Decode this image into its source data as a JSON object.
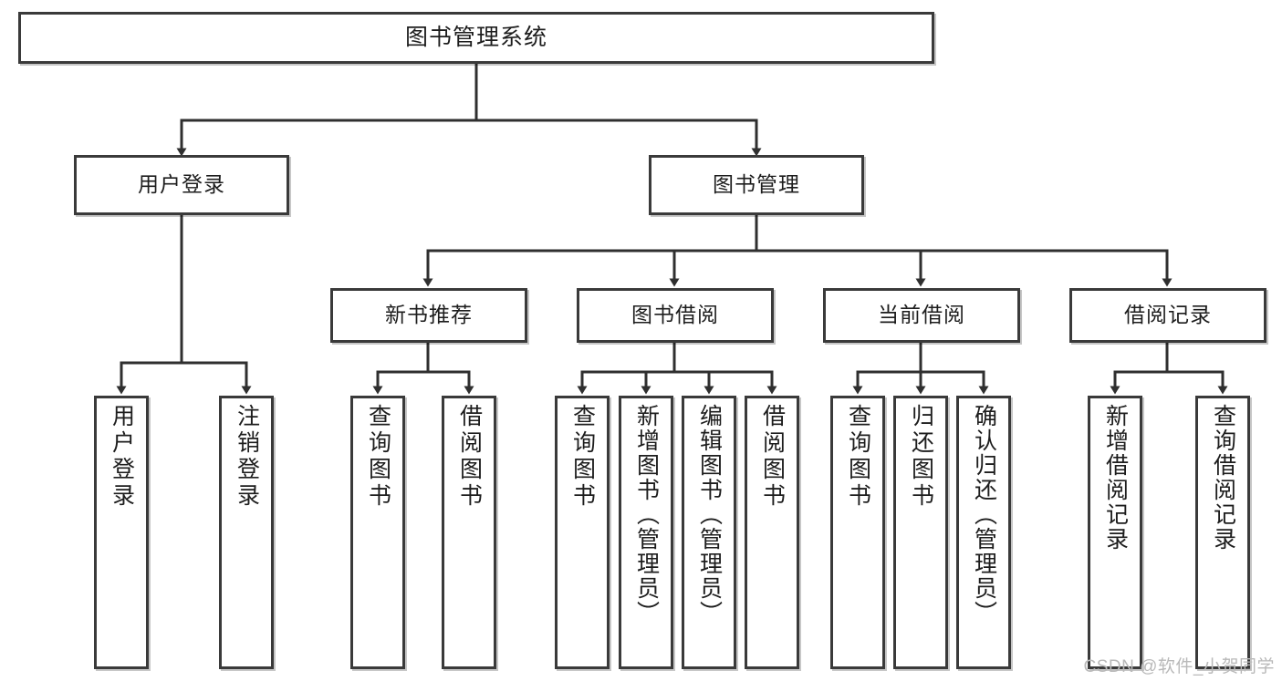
{
  "diagram": {
    "title": "图书管理系统",
    "type": "tree-hierarchy",
    "orientation": "top-down",
    "root": {
      "label": "图书管理系统"
    },
    "level2": [
      {
        "label": "用户登录"
      },
      {
        "label": "图书管理"
      }
    ],
    "level3": [
      {
        "label": "新书推荐"
      },
      {
        "label": "图书借阅"
      },
      {
        "label": "当前借阅"
      },
      {
        "label": "借阅记录"
      }
    ],
    "leaves": {
      "user_login": [
        {
          "label": "用户登录"
        },
        {
          "label": "注销登录"
        }
      ],
      "new_book_recommend": [
        {
          "label": "查询图书"
        },
        {
          "label": "借阅图书"
        }
      ],
      "book_borrow": [
        {
          "label": "查询图书"
        },
        {
          "label": "新增图书（管理员）"
        },
        {
          "label": "编辑图书（管理员）"
        },
        {
          "label": "借阅图书"
        }
      ],
      "current_borrow": [
        {
          "label": "查询图书"
        },
        {
          "label": "归还图书"
        },
        {
          "label": "确认归还（管理员）"
        }
      ],
      "borrow_record": [
        {
          "label": "新增借阅记录"
        },
        {
          "label": "查询借阅记录"
        }
      ]
    }
  },
  "watermark": {
    "text": "CSDN @软件_小贺同学"
  },
  "colors": {
    "border": "#3a3a3a",
    "background": "#ffffff",
    "text": "#1d1d1d",
    "watermark": "#b9b9b9"
  }
}
